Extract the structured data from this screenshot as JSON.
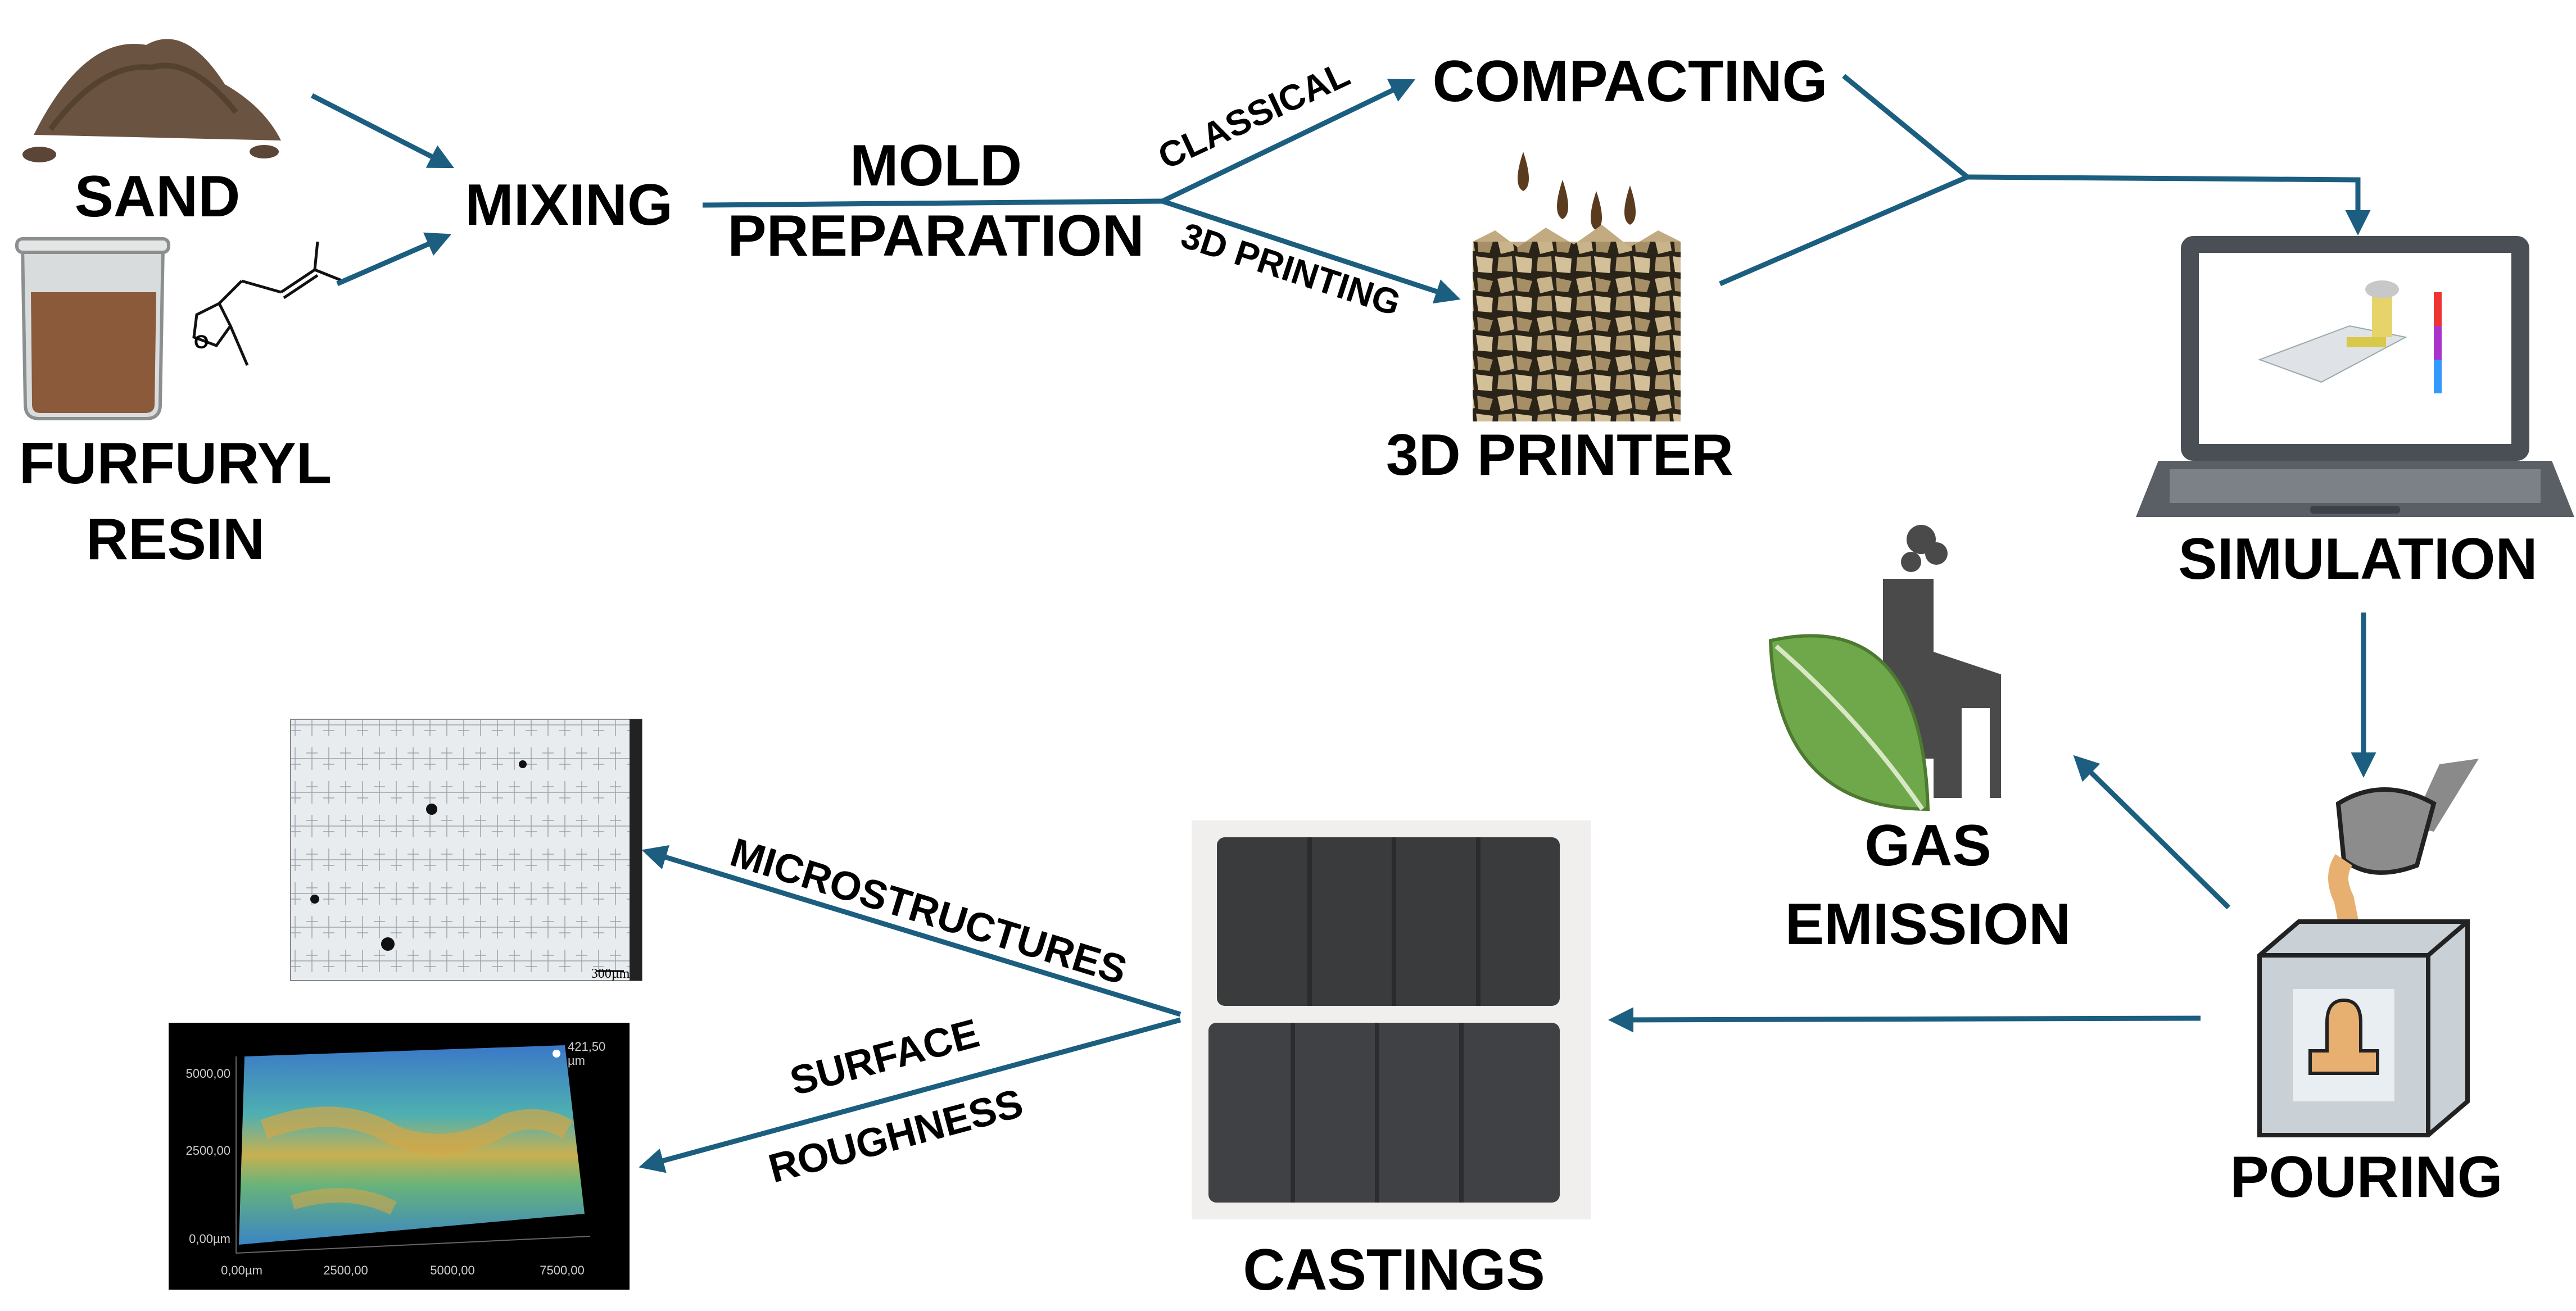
{
  "labels": {
    "sand": "SAND",
    "furfuryl_line1": "FURFURYL",
    "furfuryl_line2": "RESIN",
    "mixing": "MIXING",
    "mold_line1": "MOLD",
    "mold_line2": "PREPARATION",
    "classical": "CLASSICAL",
    "printing_3d": "3D PRINTING",
    "compacting": "COMPACTING",
    "printer_3d": "3D PRINTER",
    "simulation": "SIMULATION",
    "pouring": "POURING",
    "gas_line1": "GAS",
    "gas_line2": "EMISSION",
    "castings": "CASTINGS",
    "microstructures": "MICROSTRUCTURES",
    "surface": "SURFACE",
    "roughness": "ROUGHNESS"
  },
  "micrograph": {
    "scale_label": "300µm"
  },
  "roughness_map": {
    "z_max_label": "421,50",
    "z_unit": "µm",
    "y_ticks": [
      "5000,00",
      "2500,00",
      "0,00µm"
    ],
    "x_ticks": [
      "0,00µm",
      "2500,00",
      "5000,00",
      "7500,00"
    ]
  },
  "colors": {
    "arrow": "#1b5e80",
    "text": "#000000",
    "sand": "#6b5342",
    "resin": "#8a5a3a",
    "leaf": "#6fa84a",
    "factory": "#4a4a4a",
    "casting": "#3a3b3d",
    "laptop": "#4a4f55",
    "pour_liquid": "#e8b070"
  }
}
